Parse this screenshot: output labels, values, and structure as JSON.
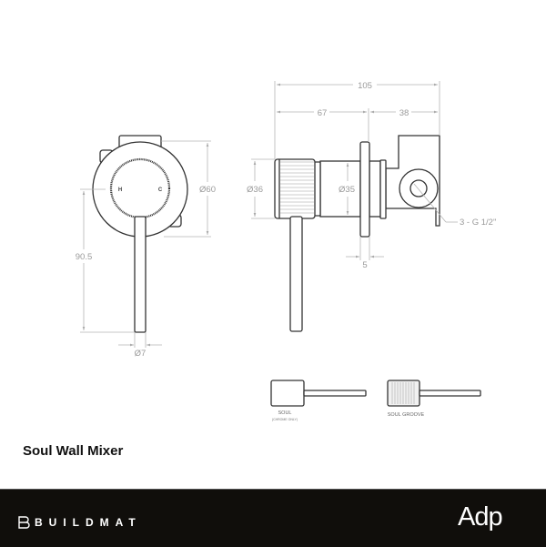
{
  "title": "Soul Wall Mixer",
  "front_view": {
    "hot_label": "H",
    "cold_label": "C",
    "dim_plate_diameter": "Ø60",
    "dim_height": "90.5",
    "dim_lever_diameter": "Ø7"
  },
  "side_view": {
    "dim_total_depth": "105",
    "dim_front_depth": "67",
    "dim_rear_depth": "38",
    "dim_knob_diameter": "Ø36",
    "dim_body_diameter": "Ø35",
    "dim_flange_thickness": "5",
    "connection_label": "3 - G 1/2\""
  },
  "variants": [
    {
      "label": "SOUL",
      "note": "(CHROME ONLY)"
    },
    {
      "label": "SOUL GROOVE",
      "note": ""
    }
  ],
  "footer": {
    "brand_left": "BUILDMAT",
    "brand_right": "Adp",
    "background_color": "#100e0b"
  }
}
